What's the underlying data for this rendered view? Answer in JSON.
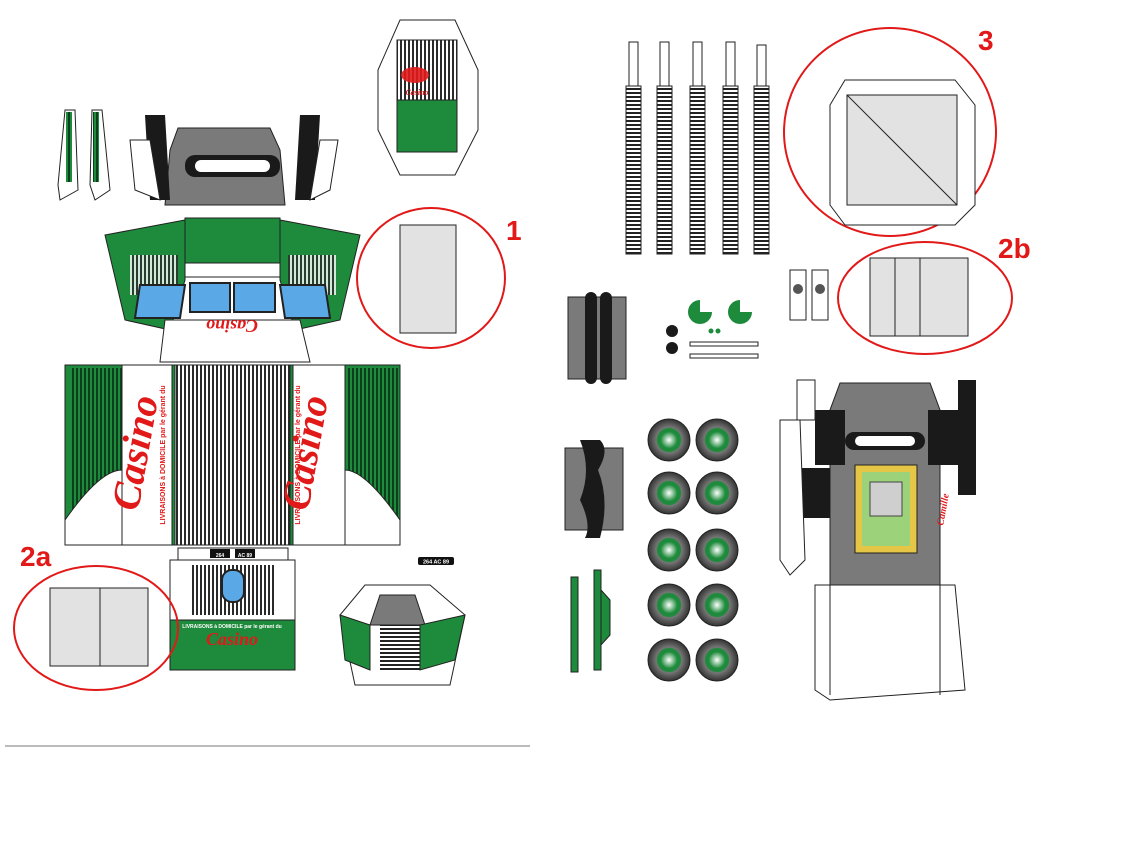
{
  "labels": {
    "part_1": "1",
    "part_2a": "2a",
    "part_2b": "2b",
    "part_3": "3"
  },
  "text": {
    "brand": "Casino",
    "delivery_line": "LIVRAISONS à DOMICILE par le gérant du",
    "plate": "264 AC 89",
    "plate_short_a": "264",
    "plate_short_b": "AC 89",
    "signature": "Camille"
  },
  "colors": {
    "green": "#1e8a3c",
    "dark_green": "#0d5a26",
    "red_label": "#e11919",
    "gray": "#7a7a7a",
    "light_gray": "#e2e2e2",
    "black": "#1a1a1a",
    "window_blue": "#5aa9e6"
  }
}
